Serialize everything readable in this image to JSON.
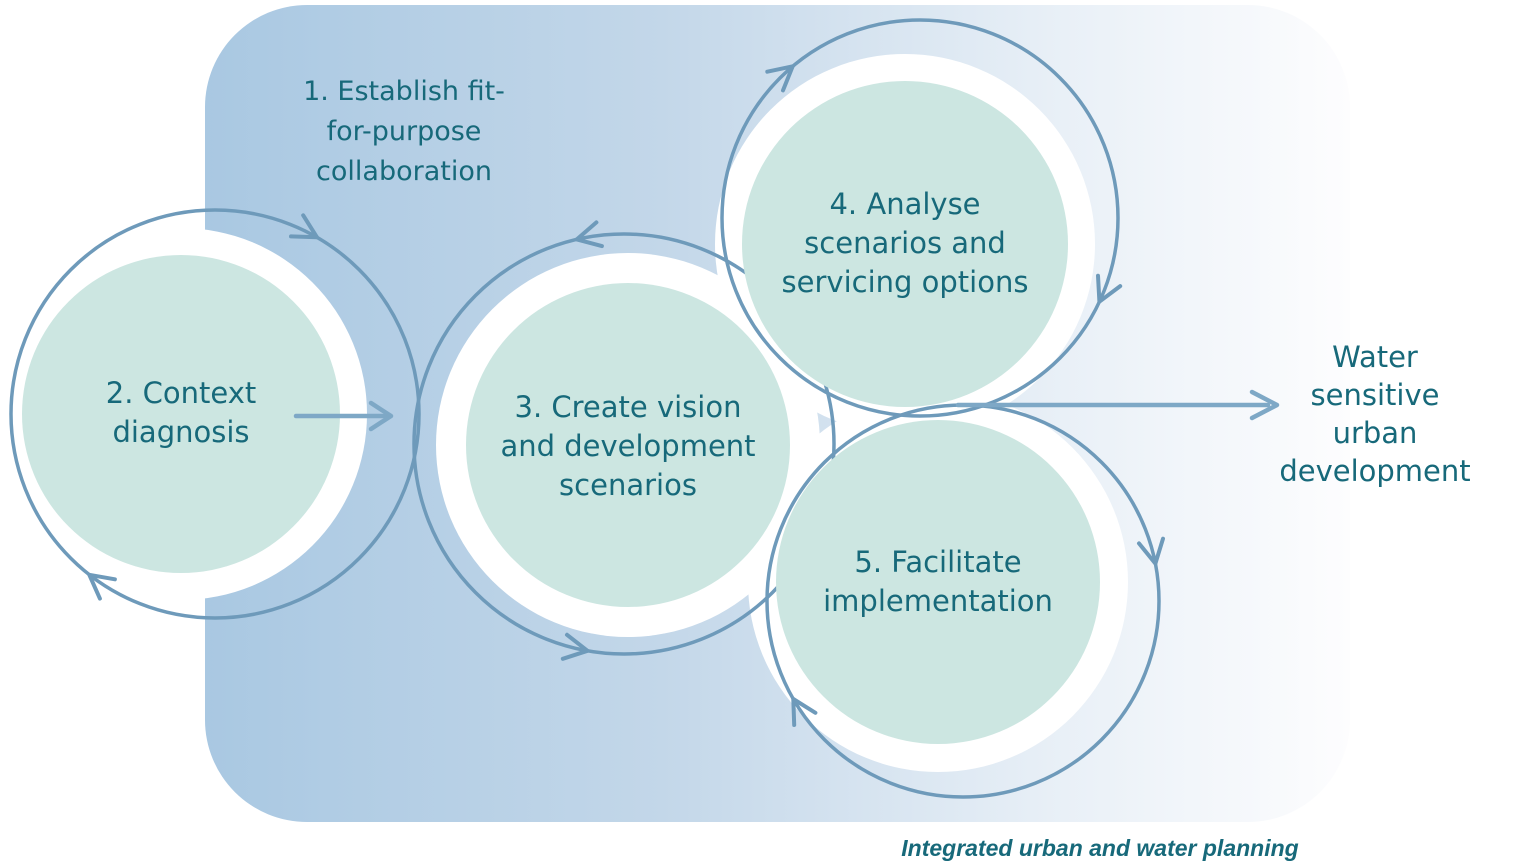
{
  "diagram": {
    "stages": [
      {
        "label": "1. Establish fit-\nfor-purpose\ncollaboration"
      },
      {
        "label": "2. Context\ndiagnosis"
      },
      {
        "label": "3. Create vision\nand development\nscenarios"
      },
      {
        "label": "4. Analyse\nscenarios and\nservicing options"
      },
      {
        "label": "5. Facilitate\nimplementation"
      }
    ],
    "outcome": {
      "label": "Water\nsensitive\nurban\ndevelopment"
    },
    "caption": "Integrated urban and water planning",
    "colors": {
      "text_teal": "#17697a",
      "circle_fill": "#cce6e1",
      "circle_ring": "#ffffff",
      "loop_stroke": "#6e9aba",
      "connector_stroke": "#7ea8c6",
      "panel_gradient_left": "#a9c8e2",
      "panel_gradient_right": "#fdfdfe"
    }
  }
}
